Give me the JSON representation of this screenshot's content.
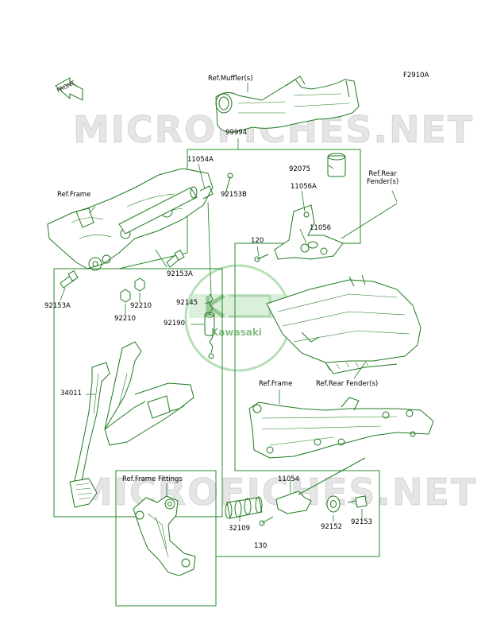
{
  "diagram_code": "F2910A",
  "watermark": {
    "text": "MICROFICHES.NET",
    "logo_text": "Kawasaki"
  },
  "colors": {
    "line": "#1f7a1f",
    "text": "#000000",
    "box": "#2a8a2a",
    "watermark": "#cfcfcf",
    "logo": "#4caf50"
  },
  "front_arrow": {
    "label": "FRONT"
  },
  "labels": {
    "ref_mufflers": "Ref.Muffler(s)",
    "p99994": "99994",
    "p11054A": "11054A",
    "p92153B": "92153B",
    "p92075": "92075",
    "ref_rear_fender_top": "Ref.Rear\nFender(s)",
    "p11056A": "11056A",
    "p11056": "11056",
    "p120": "120",
    "ref_frame_top": "Ref.Frame",
    "p92153A_mid": "92153A",
    "p92153A_left": "92153A",
    "p92210_a": "92210",
    "p92210_b": "92210",
    "p92145": "92145",
    "p92190": "92190",
    "p34011": "34011",
    "ref_frame_mid": "Ref.Frame",
    "ref_rear_fender_mid": "Ref.Rear Fender(s)",
    "ref_frame_fittings": "Ref.Frame Fittings",
    "p11054": "11054",
    "p32109": "32109",
    "p130": "130",
    "p92152": "92152",
    "p92153": "92153"
  }
}
